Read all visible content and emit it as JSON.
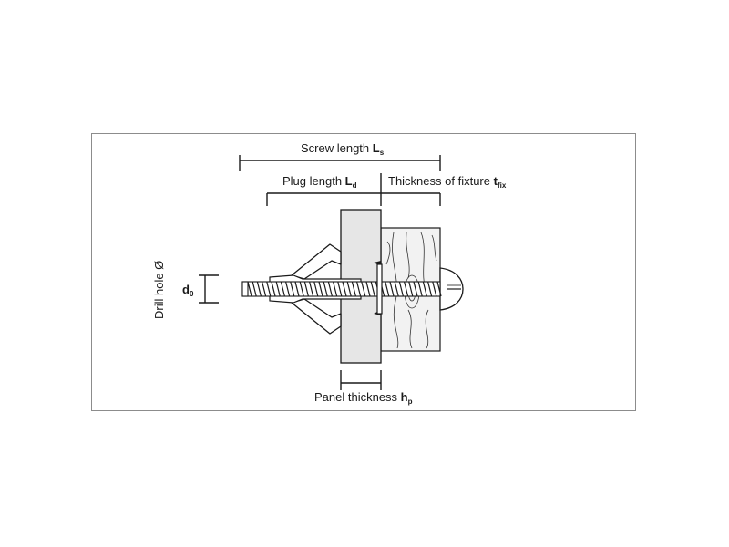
{
  "labels": {
    "screw_length": "Screw length ",
    "screw_length_symbol": "L",
    "screw_length_sub": "s",
    "plug_length": "Plug length ",
    "plug_length_symbol": "L",
    "plug_length_sub": "d",
    "thickness_fixture": "Thickness of fixture ",
    "thickness_fixture_symbol": "t",
    "thickness_fixture_sub": "fix",
    "panel_thickness": "Panel thickness ",
    "panel_thickness_symbol": "h",
    "panel_thickness_sub": "p",
    "drill_hole": "Drill hole Ø",
    "d0_symbol": "d",
    "d0_sub": "0"
  },
  "colors": {
    "line": "#1a1a1a",
    "panel_fill": "#e6e6e6",
    "wood_fill": "#f2f2f2",
    "frame_border": "#8c8c8c"
  }
}
